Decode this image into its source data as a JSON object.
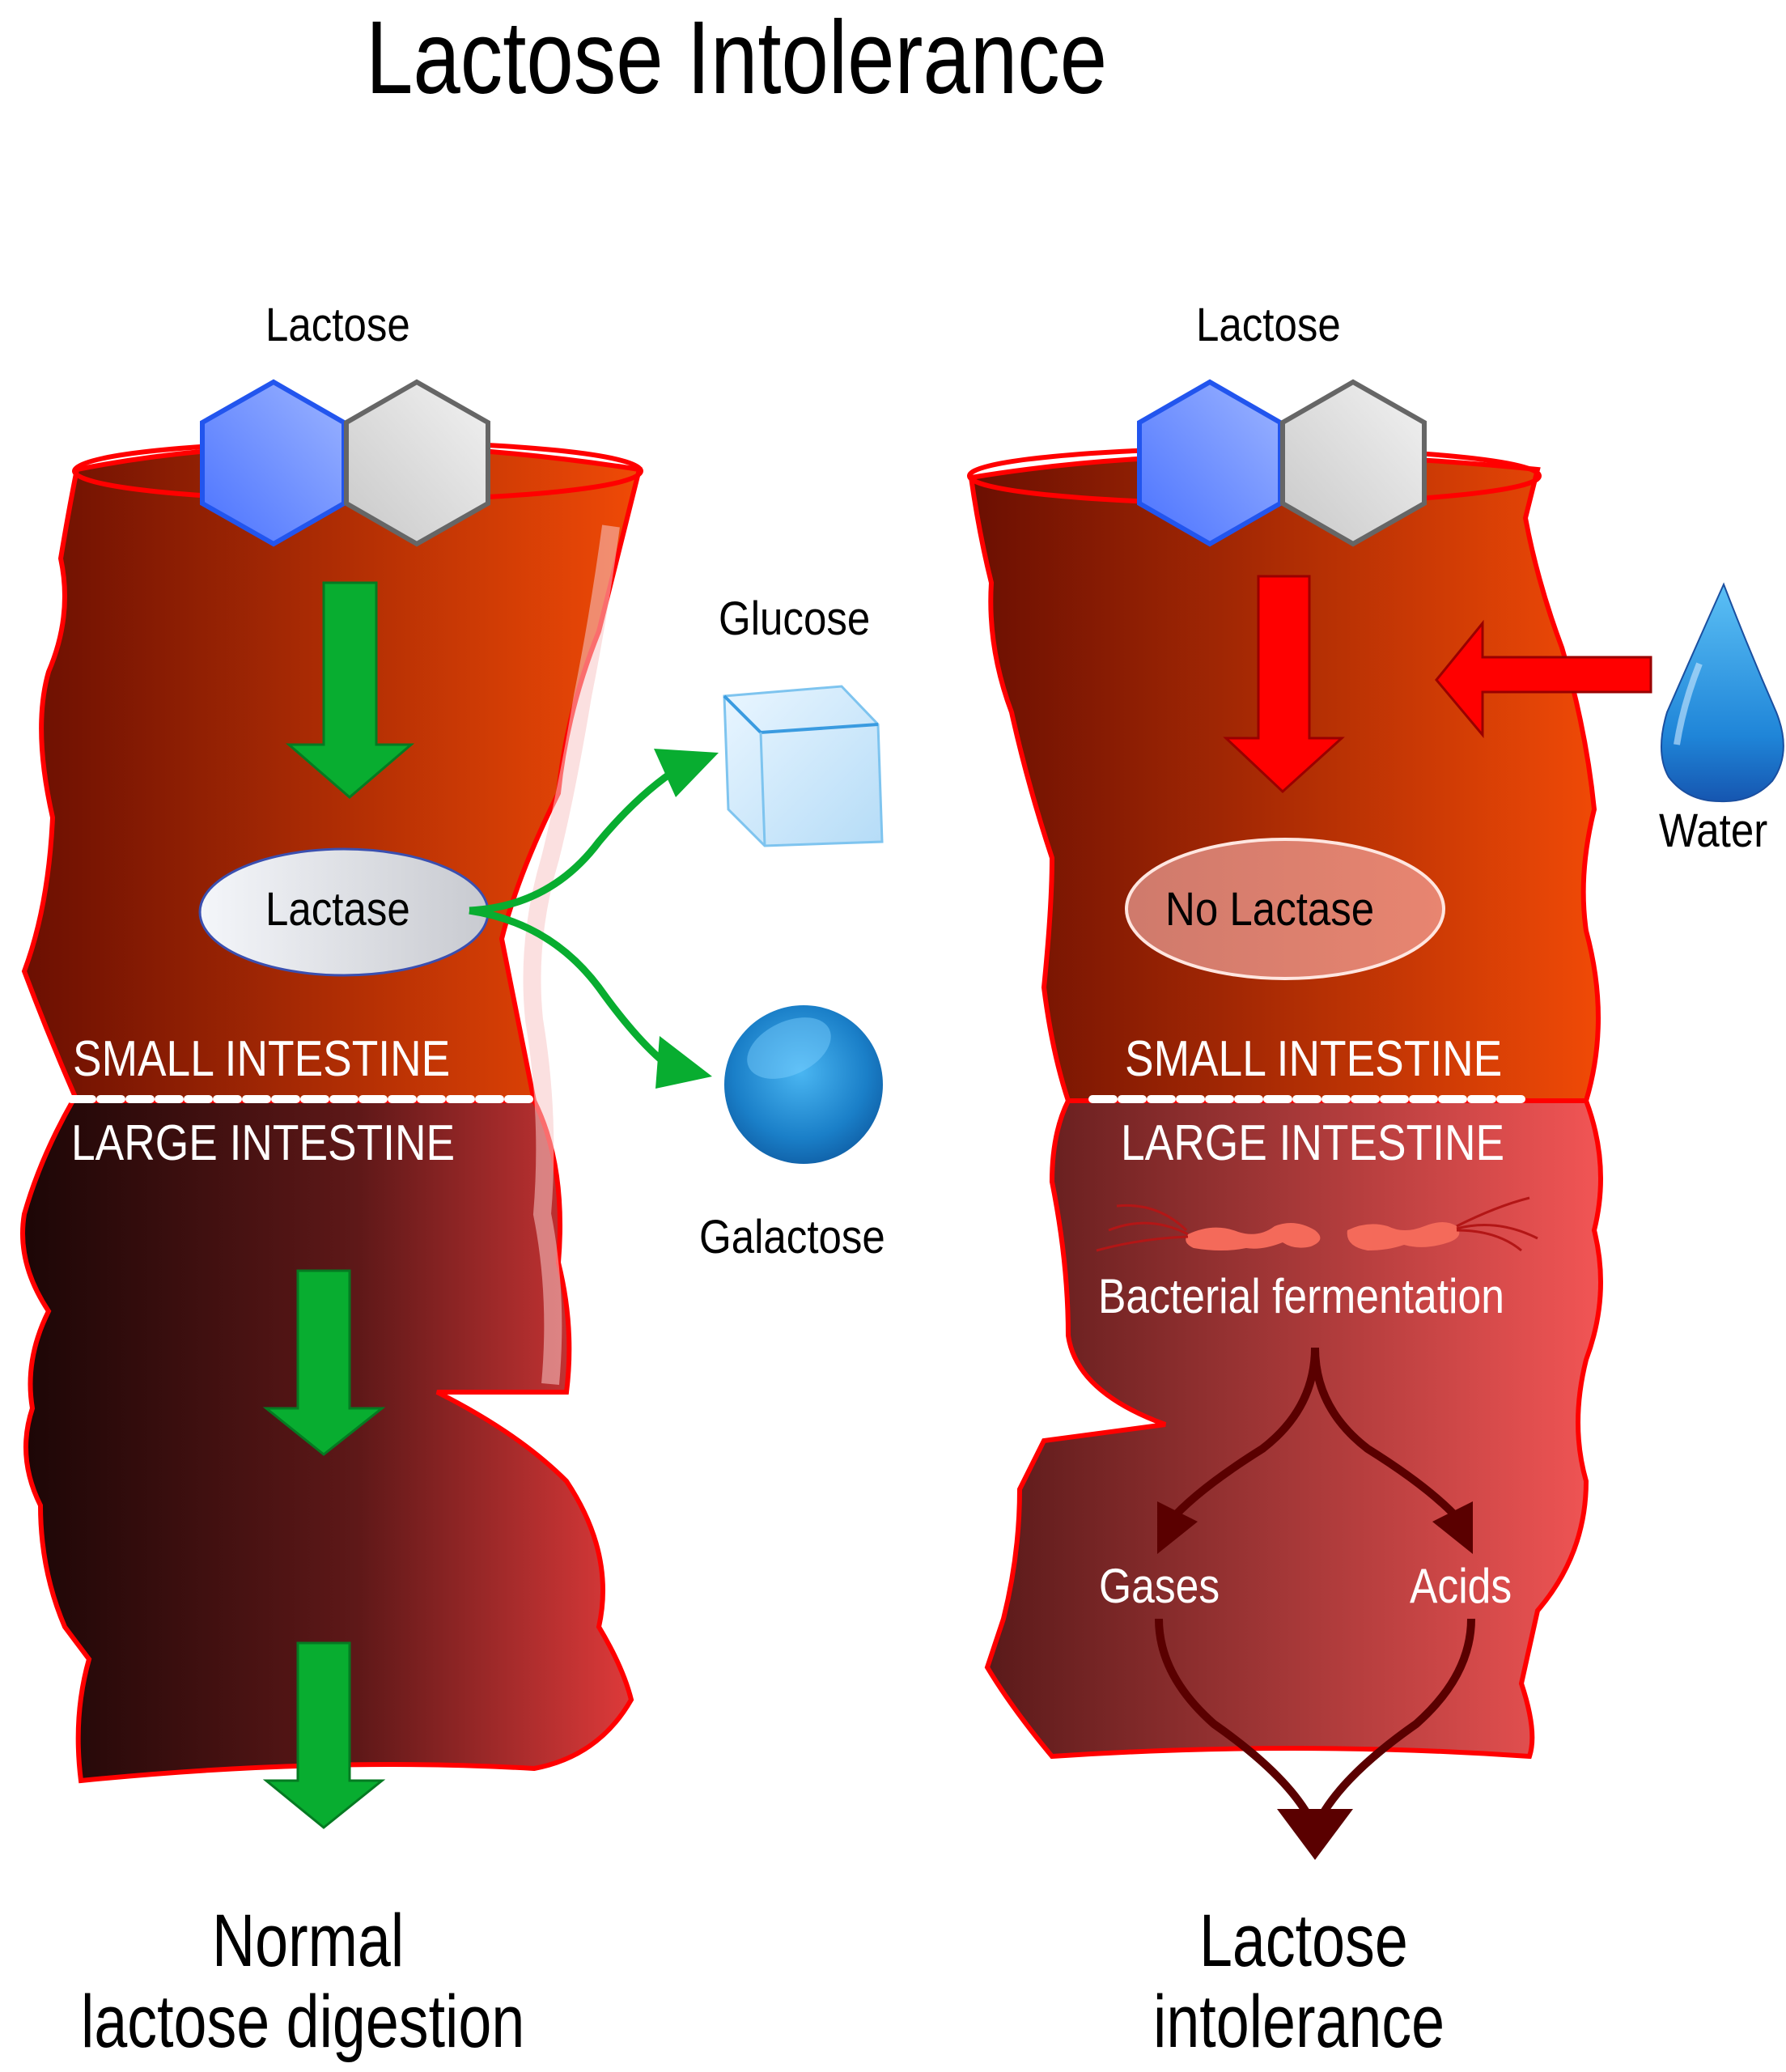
{
  "title": "Lactose Intolerance",
  "colors": {
    "intestine_wall": "#ff0000",
    "intestine_wall_fill": "#f7c6c6",
    "small_intestine_dark": "#6b0f02",
    "small_intestine_light": "#f04a06",
    "large_intestine_dark": "#230808",
    "large_intestine_light": "#e04545",
    "green_arrow": "#08ad30",
    "red_arrow": "#ff0000",
    "dark_arrow": "#5a0000",
    "glucose_hex": "#5b82ff",
    "galactose_hex": "#d8d8d8"
  },
  "left_panel": {
    "lactose_label": "Lactose",
    "enzyme_label": "Lactase",
    "small_intestine_label": "SMALL INTESTINE",
    "large_intestine_label": "LARGE INTESTINE",
    "caption_line1": "Normal",
    "caption_line2": "lactose digestion",
    "products": [
      {
        "label": "Glucose",
        "icon": "ice-cube-icon"
      },
      {
        "label": "Galactose",
        "icon": "blue-sphere-icon"
      }
    ]
  },
  "right_panel": {
    "lactose_label": "Lactose",
    "enzyme_label": "No Lactase",
    "small_intestine_label": "SMALL INTESTINE",
    "large_intestine_label": "LARGE INTESTINE",
    "process_label": "Bacterial fermentation",
    "outputs": [
      "Gases",
      "Acids"
    ],
    "water_label": "Water",
    "caption_line1": "Lactose",
    "caption_line2": "intolerance"
  }
}
